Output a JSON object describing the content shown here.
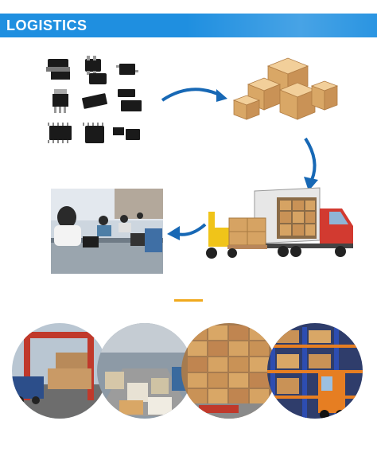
{
  "header": {
    "title": "LOGISTICS"
  },
  "colors": {
    "banner": "#1f8fe0",
    "arrow": "#1768b5",
    "divider": "#f0a91d"
  },
  "icons": [
    "chips-image",
    "boxes-image",
    "truck-image",
    "office-image",
    "curved-arrow-icon"
  ]
}
